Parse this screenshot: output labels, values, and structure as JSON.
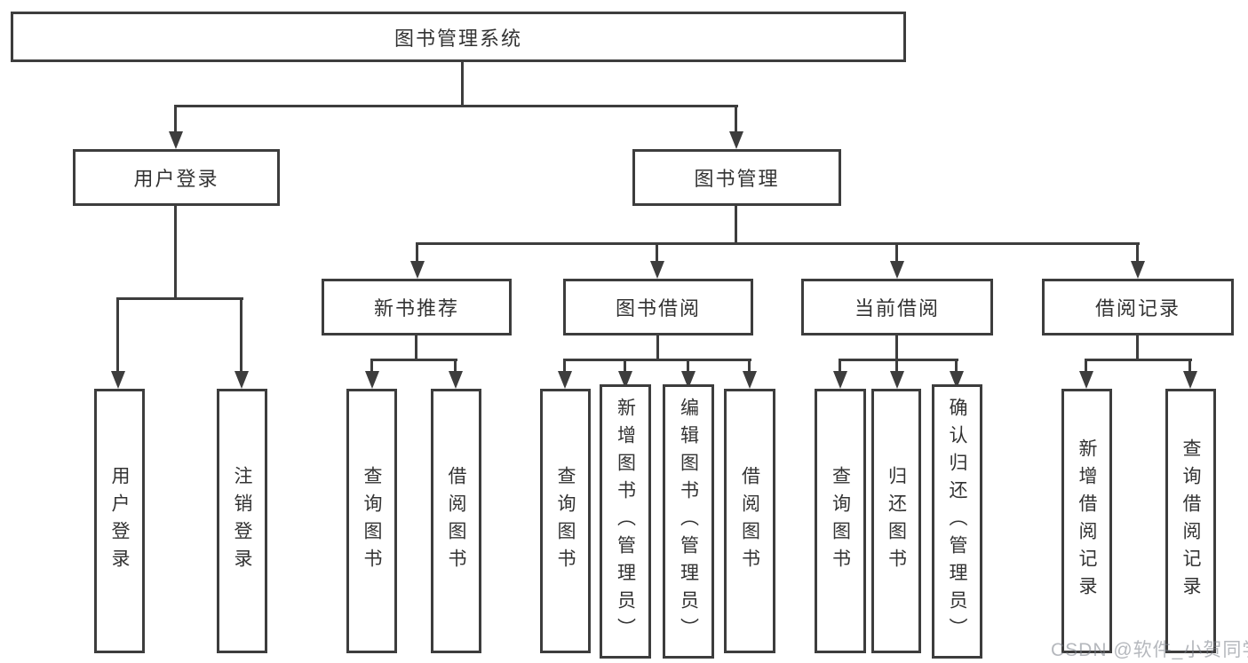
{
  "diagram_type": "hierarchy-tree",
  "tree": {
    "label": "图书管理系统",
    "children": [
      {
        "label": "用户登录",
        "children": [
          {
            "label": "用户登录"
          },
          {
            "label": "注销登录"
          }
        ]
      },
      {
        "label": "图书管理",
        "children": [
          {
            "label": "新书推荐",
            "children": [
              {
                "label": "查询图书"
              },
              {
                "label": "借阅图书"
              }
            ]
          },
          {
            "label": "图书借阅",
            "children": [
              {
                "label": "查询图书"
              },
              {
                "label": "新增图书（管理员）"
              },
              {
                "label": "编辑图书（管理员）"
              },
              {
                "label": "借阅图书"
              }
            ]
          },
          {
            "label": "当前借阅",
            "children": [
              {
                "label": "查询图书"
              },
              {
                "label": "归还图书"
              },
              {
                "label": "确认归还（管理员）"
              }
            ]
          },
          {
            "label": "借阅记录",
            "children": [
              {
                "label": "新增借阅记录"
              },
              {
                "label": "查询借阅记录"
              }
            ]
          }
        ]
      }
    ]
  },
  "watermark": "CSDN @软件_小贺同学",
  "colors": {
    "line": "#3d3d3d",
    "box_border": "#3d3d3d",
    "box_fill": "#ffffff",
    "text": "#333333",
    "background": "#ffffff",
    "watermark_text": "#9aa0a8"
  }
}
